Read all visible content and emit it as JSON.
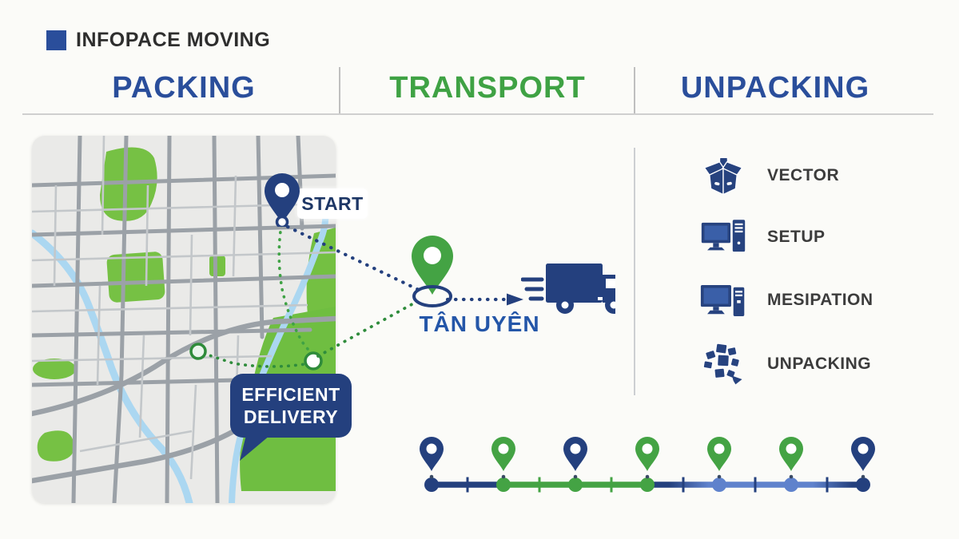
{
  "brand": {
    "name": "INFOPACE MOVING"
  },
  "columns": [
    {
      "label": "PACKING",
      "color": "#2A4E9B"
    },
    {
      "label": "TRANSPORT",
      "color": "#3FA244"
    },
    {
      "label": "UNPACKING",
      "color": "#2A4E9B"
    }
  ],
  "packing": {
    "start_label": "START",
    "badge_line1": "EFFICIENT",
    "badge_line2": "DELIVERY"
  },
  "transport": {
    "destination": "TÂN UYÊN",
    "truck_icon": "delivery-truck-icon"
  },
  "unpacking": {
    "items": [
      {
        "icon": "open-box-icon",
        "label": "VECTOR"
      },
      {
        "icon": "computer-setup-icon",
        "label": "SETUP"
      },
      {
        "icon": "computer-workstation-icon",
        "label": "MESIPATION"
      },
      {
        "icon": "unpacked-boxes-icon",
        "label": "UNPACKING"
      }
    ]
  },
  "timeline": {
    "pin_colors": [
      "navy",
      "green",
      "navy",
      "green",
      "green",
      "green",
      "navy"
    ],
    "dot_colors": [
      "navy",
      "green",
      "green",
      "green",
      "lightblue",
      "lightblue",
      "navy"
    ],
    "segment_colors": [
      "navy",
      "green",
      "green",
      "navy_lightblue",
      "lightblue",
      "lightblue_navy"
    ],
    "tick_colors": [
      "navy",
      "green",
      "green",
      "navy",
      "navy",
      "navy"
    ]
  },
  "palette": {
    "navy": "#24407E",
    "green": "#44A344",
    "dark_green": "#2F8C3C",
    "lightblue": "#5F82CC",
    "header_blue": "#2A4E9B",
    "text_dark": "#3C3C3C"
  }
}
